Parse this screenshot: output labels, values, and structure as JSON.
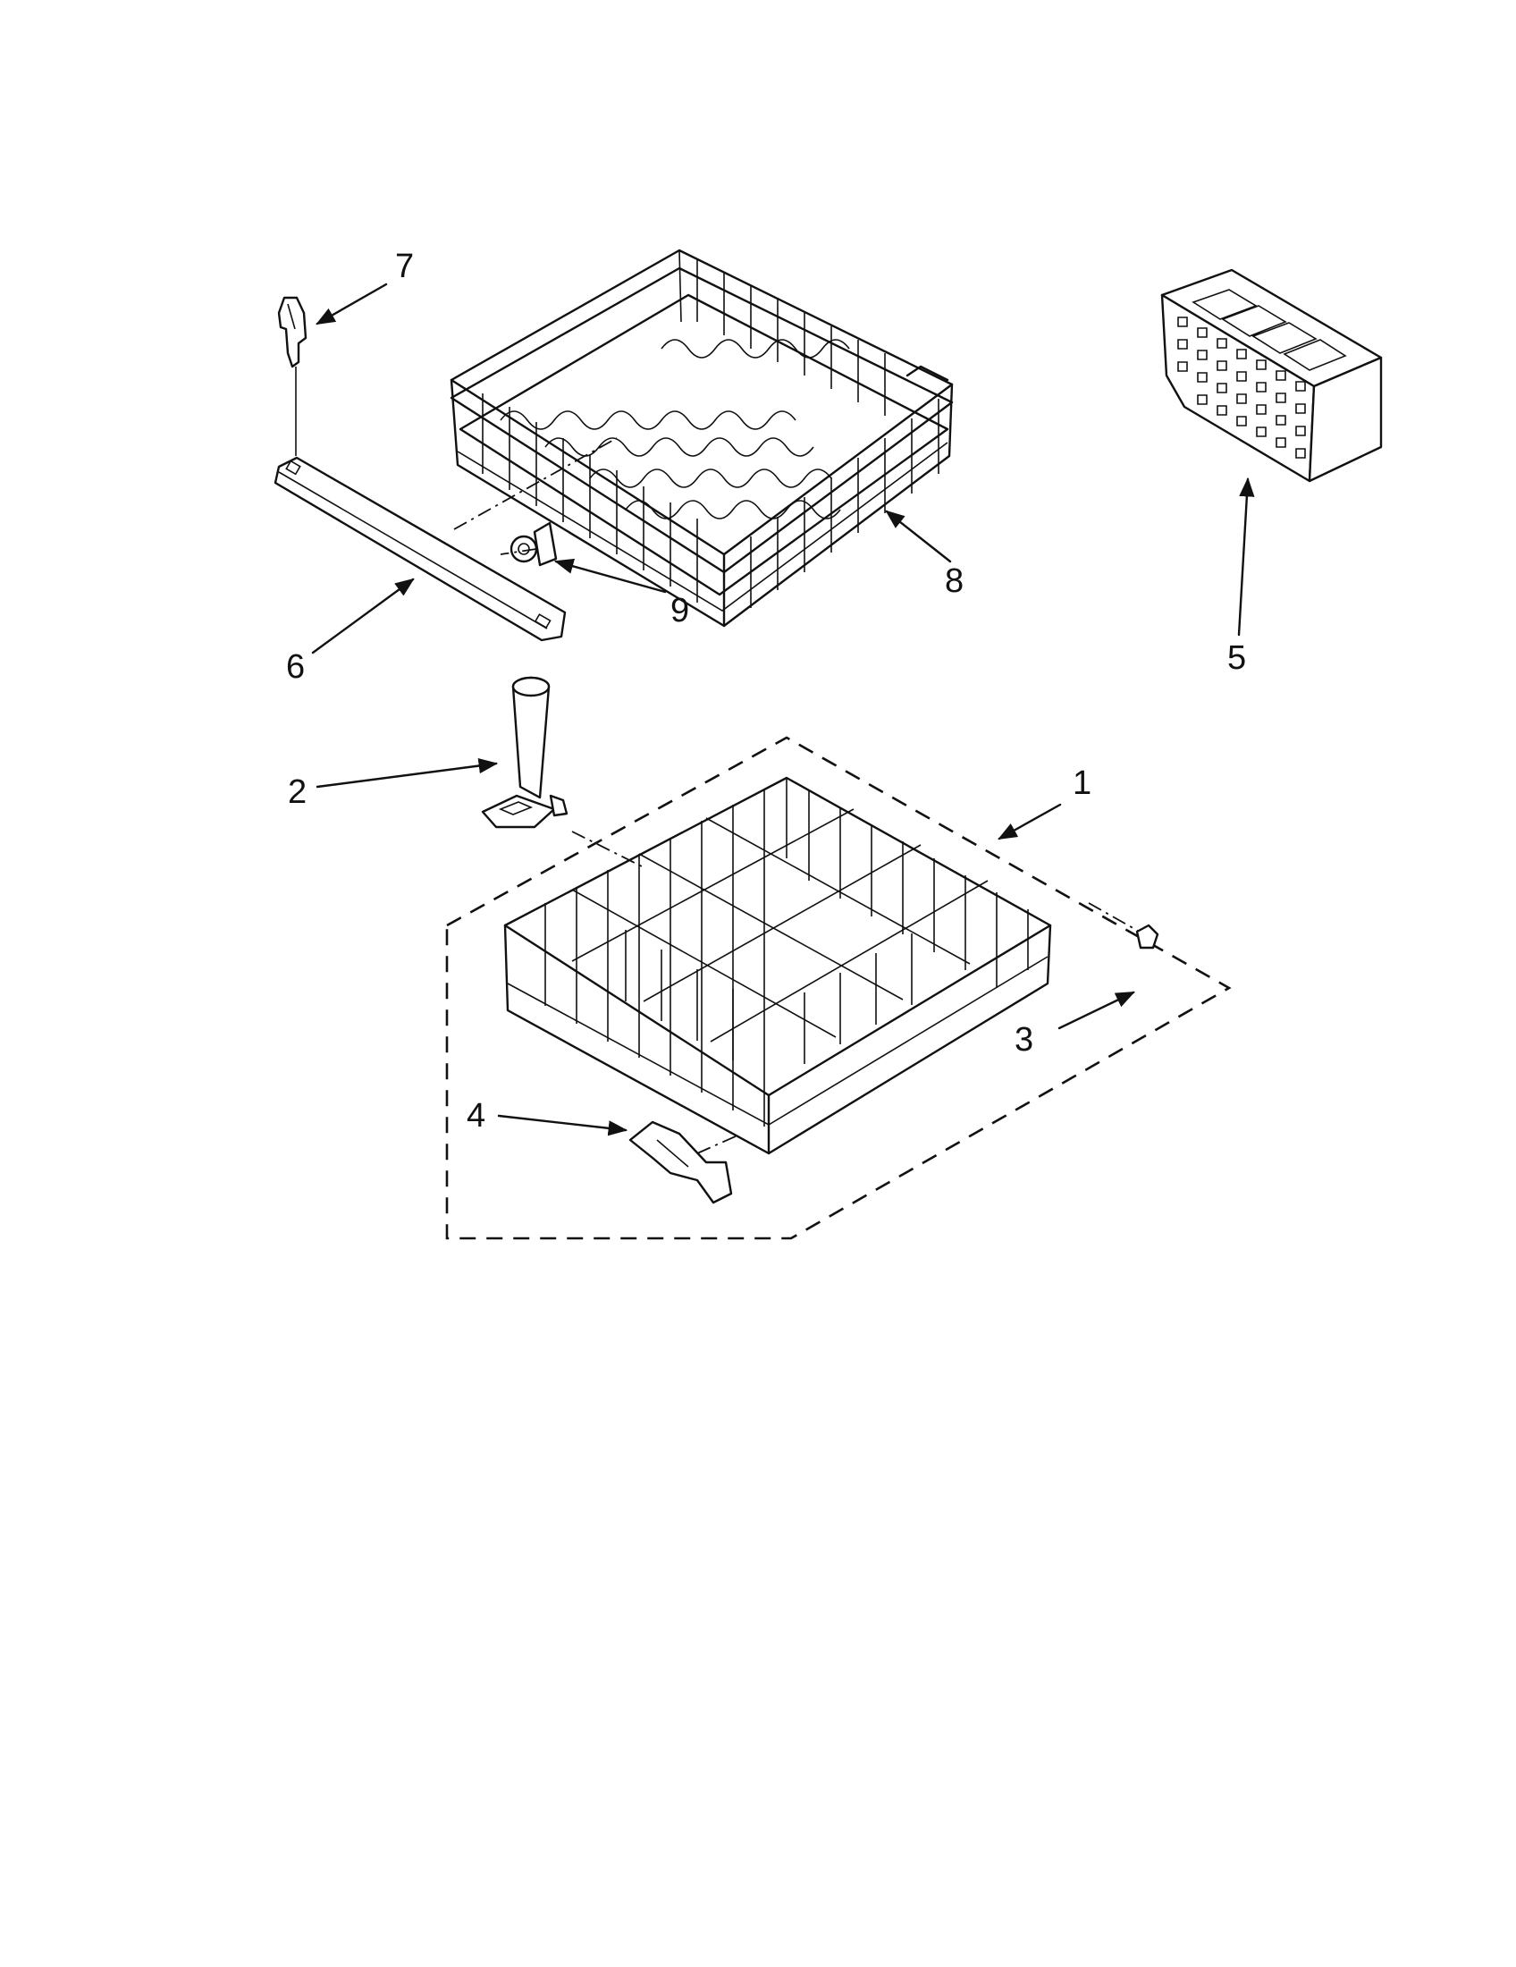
{
  "callouts": {
    "c1": "1",
    "c2": "2",
    "c3": "3",
    "c4": "4",
    "c5": "5",
    "c6": "6",
    "c7": "7",
    "c8": "8",
    "c9": "9"
  },
  "colors": {
    "ink": "#111111",
    "paper": "#ffffff"
  }
}
